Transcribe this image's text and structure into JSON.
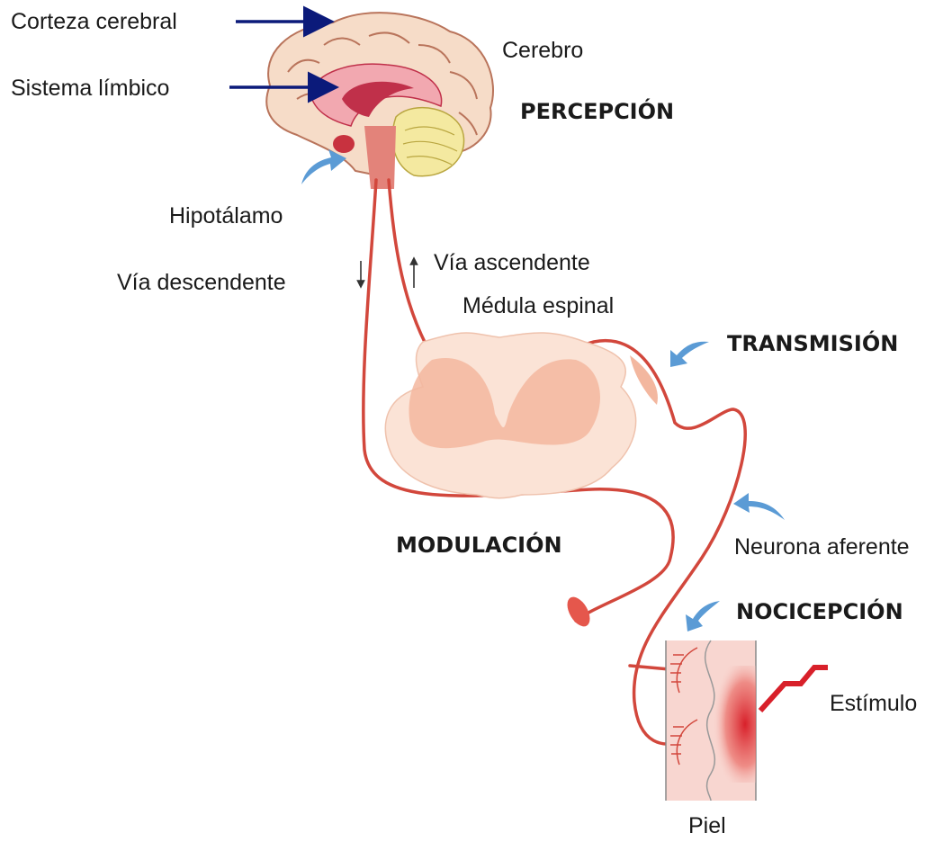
{
  "labels": {
    "corteza": "Corteza cerebral",
    "limbico": "Sistema límbico",
    "cerebro": "Cerebro",
    "hipotalamo": "Hipotálamo",
    "via_descendente": "Vía descendente",
    "via_ascendente": "Vía ascendente",
    "medula": "Médula espinal",
    "neurona": "Neurona aferente",
    "estimulo": "Estímulo",
    "piel": "Piel"
  },
  "stages": {
    "percepcion": "PERCEPCIÓN",
    "transmision": "TRANSMISIÓN",
    "modulacion": "MODULACIÓN",
    "nocicepcion": "NOCICEPCIÓN"
  },
  "colors": {
    "nerve": "#d2473c",
    "label_arrow": "#0b1a7a",
    "stage_arrow": "#5b9bd5",
    "cortex": "#f6dcc8",
    "limbic": "#c0304a",
    "cerebellum": "#f4e9a0",
    "spinal_cord": "#fbe3d6",
    "gray_matter": "#f3b79f",
    "skin": "#f8d6d0",
    "stimulus": "#d8202a"
  }
}
